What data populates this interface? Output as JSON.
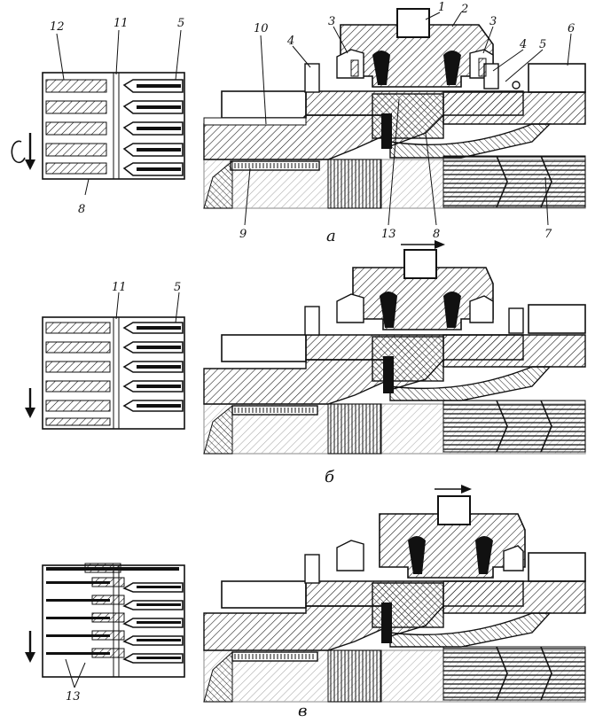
{
  "figure": {
    "panels": [
      {
        "id": "a",
        "caption": "а",
        "labels": {
          "l1": "1",
          "l2": "2",
          "l3a": "3",
          "l3b": "3",
          "l4a": "4",
          "l4b": "4",
          "l5a": "5",
          "l5b": "5",
          "l6": "6",
          "l7": "7",
          "l8a": "8",
          "l8b": "8",
          "l9": "9",
          "l10": "10",
          "l11": "11",
          "l12": "12",
          "l13": "13"
        },
        "motion_symbol": "rotation-and-down-arrow-icon"
      },
      {
        "id": "b",
        "caption": "б",
        "labels": {
          "l11": "11",
          "l5": "5"
        },
        "motion_symbol": "down-arrow-icon",
        "slide_direction": "right-arrow-icon"
      },
      {
        "id": "v",
        "caption": "в",
        "labels": {
          "l13": "13"
        },
        "motion_symbol": "down-arrow-icon",
        "slide_direction": "right-arrow-icon"
      }
    ]
  }
}
